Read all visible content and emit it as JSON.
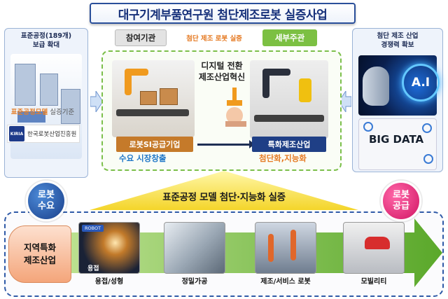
{
  "header": {
    "title": "대구기계부품연구원  첨단제조로봇 실증사업"
  },
  "left_panel": {
    "title_line1": "표준공정(189개)",
    "title_line2": "보급 확대",
    "std_model_bold": "표준공정모델",
    "std_model_rest": " 실증기준",
    "kiria_name": "한국로봇산업진흥원",
    "kiria_logo": "KIRIA"
  },
  "right_panel": {
    "title_line1": "첨단 제조 산업",
    "title_line2": "경쟁력 확보",
    "ai_text": "A.I",
    "bigdata_text": "BIG DATA"
  },
  "center": {
    "tag_participate": "참여기관",
    "tag_demo": "첨단 제조 로봇 실증",
    "tag_detail": "세부주관",
    "digital_line1": "디지털 전환",
    "digital_line2": "제조산업혁신",
    "supplier_label": "로봇SI공급기업",
    "demand_text": "수요 시장창출",
    "special_label": "특화제조산업",
    "advance_text": "첨단화,지능화"
  },
  "middle": {
    "banner": "표준공정 모델 첨단·지능화 실증"
  },
  "bottom": {
    "demand_circle": "로봇\n수요",
    "supply_circle": "로봇\n공급",
    "region_line1": "지역특화",
    "region_line2": "제조산업",
    "industries": [
      {
        "caption": "용접/성형",
        "overlay": "용접"
      },
      {
        "caption": "정밀가공"
      },
      {
        "caption": "제조/서비스 로봇"
      },
      {
        "caption": "모빌리티"
      }
    ]
  },
  "colors": {
    "navy": "#1f3f86",
    "orange": "#e57a23",
    "green": "#7cc043",
    "pink": "#d11563"
  }
}
